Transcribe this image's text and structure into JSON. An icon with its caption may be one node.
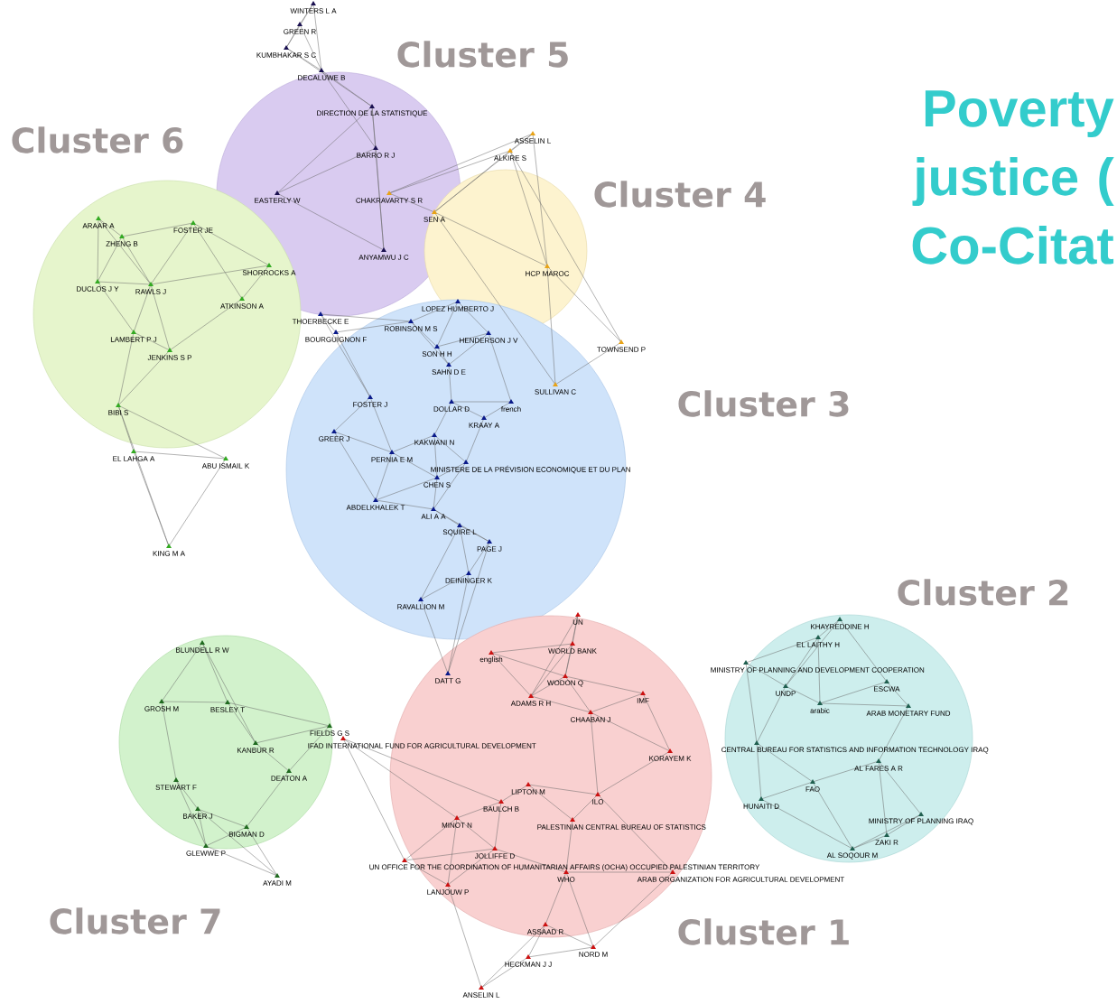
{
  "diagram": {
    "title": "Poverty justice ( Co-Citat",
    "nodes": [
      {
        "text": [
          "Cluster 5"
        ]
      },
      {
        "text": [
          "Cluster 6"
        ]
      },
      {
        "text": [
          "Cluster 4"
        ]
      },
      {
        "text": [
          "Cluster 3"
        ]
      },
      {
        "text": [
          "Cluster 2"
        ]
      },
      {
        "text": [
          "Cluster 7"
        ]
      },
      {
        "text": [
          "Cluster 1"
        ]
      }
    ],
    "labels": [
      "WINTERS L A",
      "GREEN R",
      "KUMBHAKAR S C",
      "DECALUWE B",
      "DIRECTION DE LA STATISTIQUE",
      "ASSELIN L",
      "BARRO R J",
      "ALKIRE S",
      "EASTERLY W",
      "CHAKRAVARTY S R",
      "ARAAR A",
      "FOSTER JE",
      "SEN A",
      "ZHENG B",
      "ANYAMWU J C",
      "SHORROCKS A",
      "HCP MAROC",
      "DUCLOS J Y",
      "RAWLS J",
      "ATKINSON A",
      "LOPEZ HUMBERTO J",
      "THOERBECKE E",
      "ROBINSON M S",
      "LAMBERT P J",
      "BOURGUIGNON F",
      "HENDERSON J V",
      "TOWNSEND P",
      "JENKINS S P",
      "SON H H",
      "SAHN D E",
      "SULLIVAN C",
      "BIBI S",
      "FOSTER J",
      "DOLLAR D",
      "french",
      "KRAAY A",
      "GREER J",
      "KAKWANI N",
      "EL LAHGA A",
      "ABU ISMAIL K",
      "PERNIA E M",
      "MINISTERE DE LA PRÉVISION ECONOMIQUE ET DU PLAN",
      "CHEN S",
      "ABDELKHALEK T",
      "ALI A A",
      "SQUIRE L",
      "KING M A",
      "PAGE J",
      "DEININGER K",
      "RAVALLION M",
      "UN",
      "KHAYREDDINE H",
      "BLUNDELL R W",
      "english",
      "WORLD BANK",
      "EL LAITHY H",
      "MINISTRY OF PLANNING AND DEVELOPMENT COOPERATION",
      "DATT G",
      "WODON Q",
      "UNDP",
      "ESCWA",
      "GROSH M",
      "BESLEY T",
      "ADAMS R H",
      "IMF",
      "arabic",
      "ARAB MONETARY FUND",
      "CHAABAN J",
      "FIELDS G S",
      "KANBUR R",
      "IFAD INTERNATIONAL FUND FOR AGRICULTURAL DEVELOPMENT",
      "KORAYEM K",
      "CENTRAL BUREAU FOR STATISTICS AND INFORMATION TECHNOLOGY IRAQ",
      "AL FARES A R",
      "DEATON A",
      "STEWART F",
      "LIPTON M",
      "FAO",
      "BAULCH B",
      "ILO",
      "HUNAITI D",
      "BAKER J",
      "MINOT N",
      "PALESTINIAN CENTRAL BUREAU OF STATISTICS",
      "MINISTRY OF PLANNING IRAQ",
      "BIGMAN D",
      "ZAKI R",
      "GLEWWE P",
      "JOLLIFFE D",
      "AL SOQOUR M",
      "UN OFFICE FOR THE COORDINATION OF HUMANITARIAN AFFAIRS (OCHA) OCCUPIED PALESTINIAN TERRITORY",
      "AYADI M",
      "WHO",
      "ARAB ORGANIZATION FOR AGRICULTURAL DEVELOPMENT",
      "LANJOUW P",
      "ASSAAD R",
      "NORD M",
      "HECKMAN J J",
      "ANSELIN L"
    ]
  }
}
